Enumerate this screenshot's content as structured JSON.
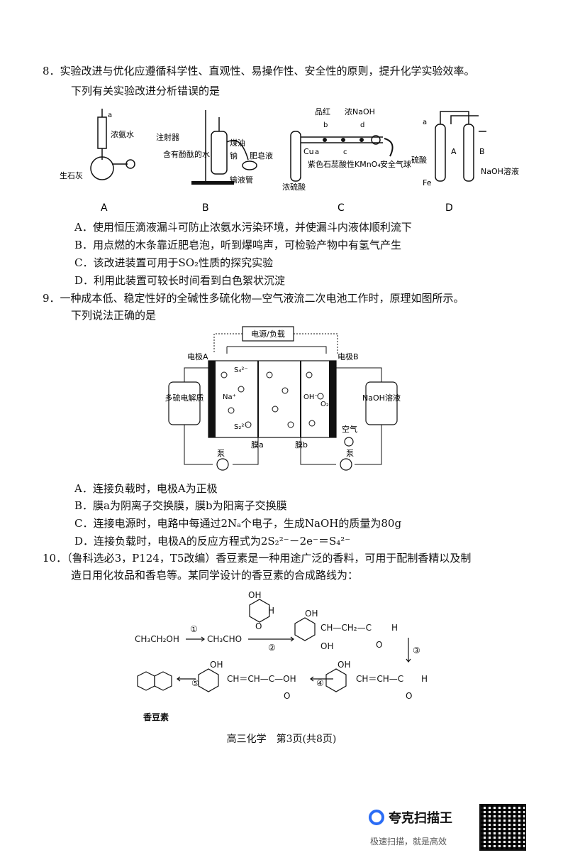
{
  "q8": {
    "line1": "8．实验改进与优化应遵循科学性、直观性、易操作性、安全性的原则，提升化学实验效率。",
    "line2": "下列有关实验改进分析错误的是",
    "fig_labels": [
      "A",
      "B",
      "C",
      "D"
    ],
    "figA": {
      "a": "a",
      "conc_ammonia": "浓氨水",
      "quicklime": "生石灰"
    },
    "figB": {
      "syringe": "注射器",
      "kerosene": "煤油",
      "sodium": "钠",
      "water": "含有酚酞的水",
      "tube": "输液管",
      "soap": "肥皂液"
    },
    "figC": {
      "pinhong": "品红",
      "naoh": "浓NaOH",
      "b": "b",
      "d": "d",
      "cu": "Cu",
      "a": "a",
      "c": "c",
      "litmus": "紫色石蕊",
      "kmno4": "酸性KMnO₄",
      "balloon": "安全气球",
      "h2so4": "浓硫酸"
    },
    "figD": {
      "a": "a",
      "A": "A",
      "B": "B",
      "acid": "硫酸",
      "fe": "Fe",
      "naoh": "NaOH溶液"
    },
    "options": [
      "A．使用恒压滴液漏斗可防止浓氨水污染环境，并使漏斗内液体顺利流下",
      "B．用点燃的木条靠近肥皂泡，听到爆鸣声，可检验产物中有氢气产生",
      "C．该改进装置可用于SO₂性质的探究实验",
      "D．利用此装置可较长时间看到白色絮状沉淀"
    ]
  },
  "q9": {
    "line1": "9．一种成本低、稳定性好的全碱性多硫化物—空气液流二次电池工作时，原理如图所示。",
    "line2": "下列说法正确的是",
    "diagram": {
      "power": "电源/负载",
      "electrodeA": "电极A",
      "electrodeB": "电极B",
      "polysulfide": "多硫电解质",
      "naoh": "NaOH溶液",
      "membraneA": "膜a",
      "membraneB": "膜b",
      "pump1": "泵",
      "pump2": "泵",
      "air": "空气",
      "s4": "S₄²⁻",
      "s2": "S₂²⁻",
      "na": "Na⁺",
      "oh": "OH⁻",
      "o2": "O₂"
    },
    "options": [
      "A．连接负载时，电极A为正极",
      "B．膜a为阴离子交换膜，膜b为阳离子交换膜",
      "C．连接电源时，电路中每通过2Nₐ个电子，生成NaOH的质量为80g",
      "D．连接负载时，电极A的反应方程式为2S₂²⁻－2e⁻＝S₄²⁻"
    ]
  },
  "q10": {
    "line1": "10．（鲁科选必3，P124，T5改编）香豆素是一种用途广泛的香料，可用于配制香精以及制",
    "line2": "造日用化妆品和香皂等。某同学设计的香豆素的合成路线为：",
    "route": {
      "ethanol": "CH₃CH₂OH",
      "acetaldehyde": "CH₃CHO",
      "step1": "①",
      "step2": "②",
      "step3": "③",
      "step4": "④",
      "step5": "⑤",
      "oh": "OH",
      "h": "H",
      "o": "O",
      "ch_ch2_c": "CH—CH₂—C",
      "ch_eq_ch_c": "CH＝CH—C",
      "ch_eq_ch_c_oh": "CH＝CH—C—OH",
      "oh_sub": "OH",
      "coumarin": "香豆素"
    }
  },
  "footer": "高三化学　第3页(共8页)",
  "brand": {
    "name": "夸克扫描王",
    "slogan": "极速扫描，就是高效"
  }
}
